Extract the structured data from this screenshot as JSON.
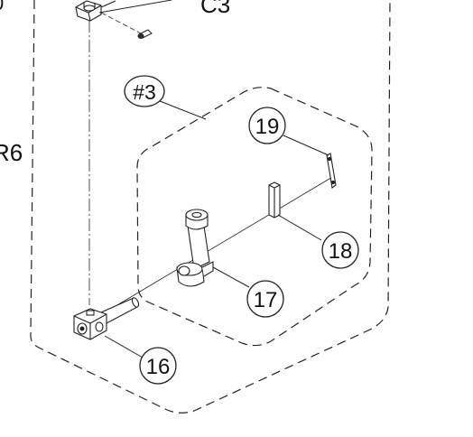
{
  "labels": {
    "top_code": "C3",
    "left_code": "R6",
    "group_ref": "#3",
    "part_19": "19",
    "part_18": "18",
    "part_17": "17",
    "part_16": "16",
    "edge_digit": "0"
  },
  "colors": {
    "line": "#222222",
    "part_fill": "#ffffff",
    "background": "#ffffff"
  }
}
